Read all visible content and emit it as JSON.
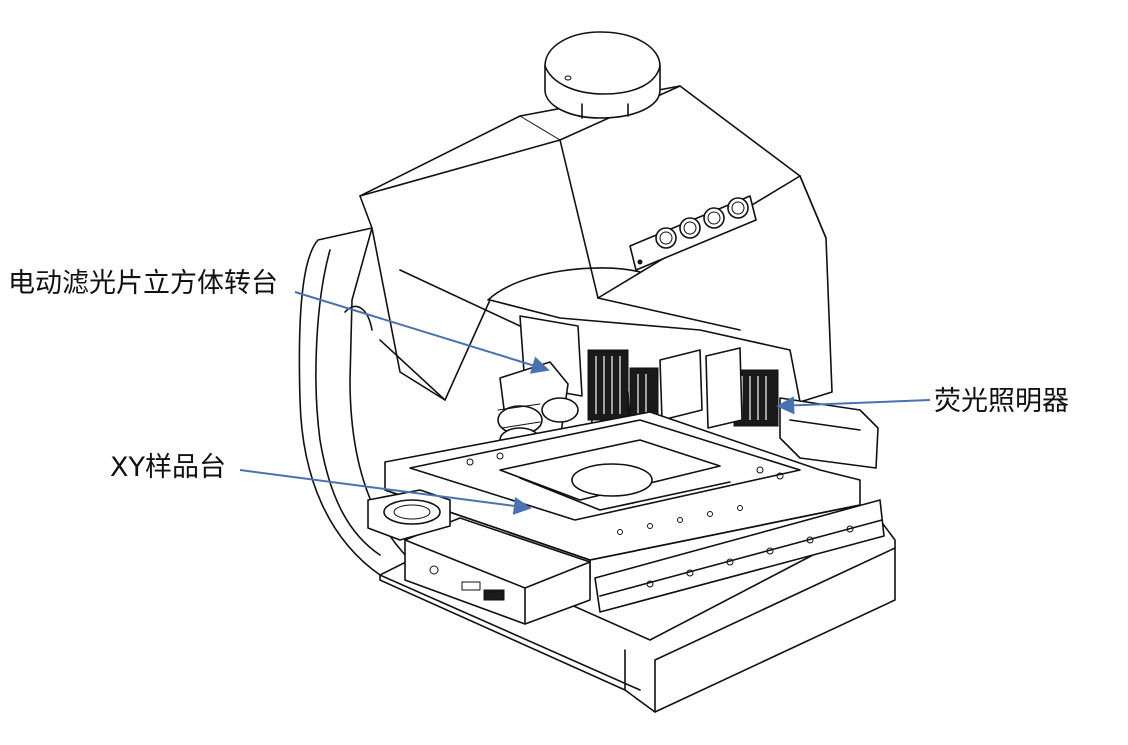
{
  "labels": {
    "filter_turret": "电动滤光片立方体转台",
    "xy_stage": "XY样品台",
    "fluorescence_illuminator": "荧光照明器"
  },
  "colors": {
    "arrow": "#4a72b0",
    "line": "#111111",
    "background": "#ffffff"
  }
}
